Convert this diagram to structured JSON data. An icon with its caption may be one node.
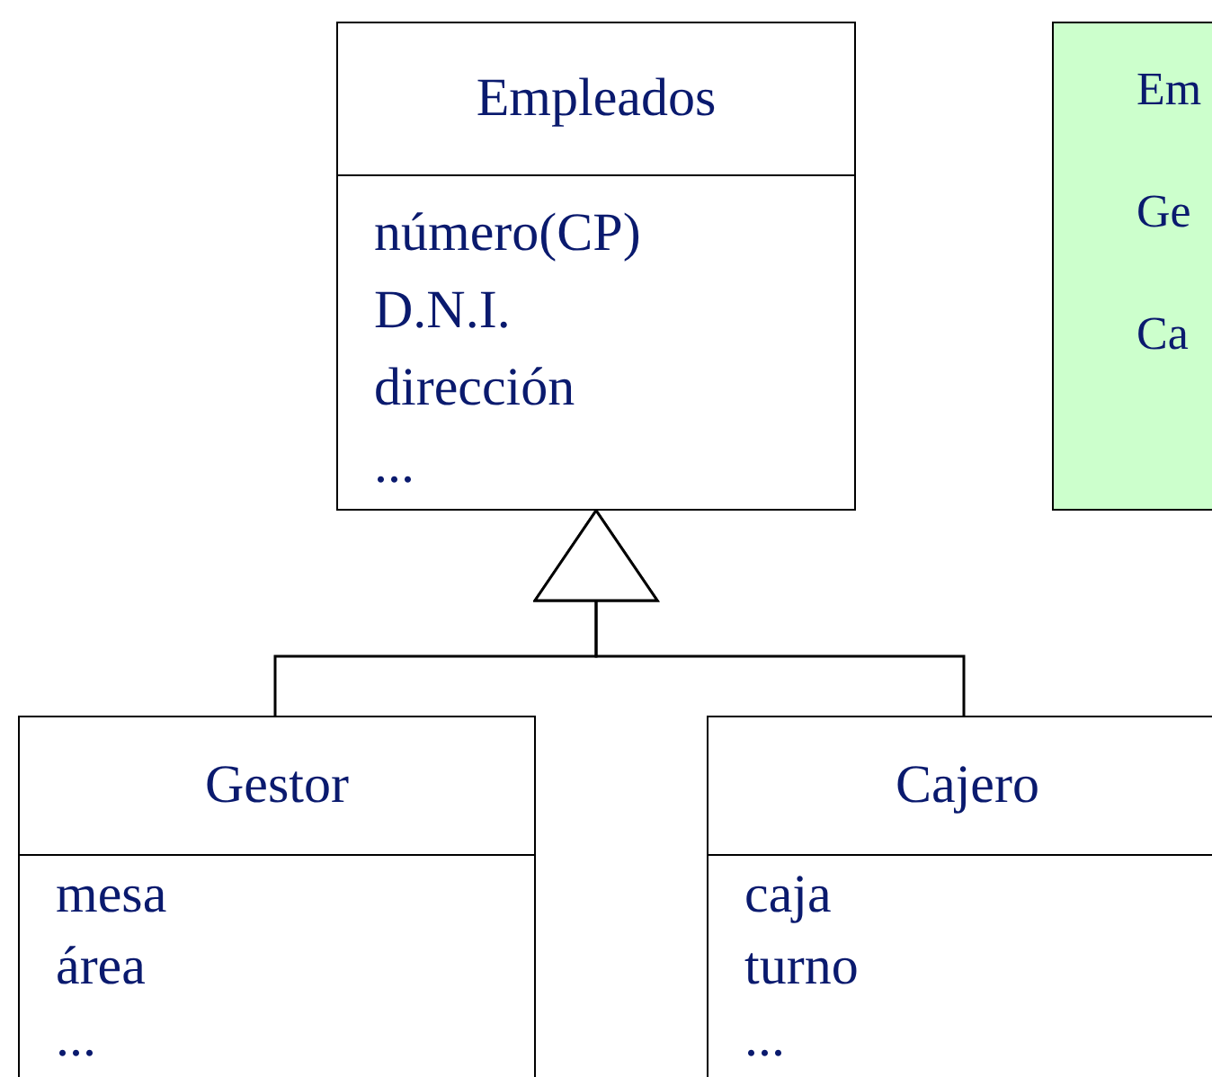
{
  "diagram": {
    "nodes": [
      {
        "text": [
          "Empleados",
          "número(CP)",
          "D.N.I.",
          "dirección",
          "..."
        ]
      },
      {
        "text": [
          "Gestor",
          "mesa",
          "área",
          "..."
        ]
      },
      {
        "text": [
          "Cajero",
          "caja",
          "turno",
          "..."
        ]
      },
      {
        "text": [
          "Em",
          "Ge",
          "Ca"
        ]
      }
    ],
    "edges": [
      {
        "from": 1,
        "to": 0,
        "arrow": "to"
      },
      {
        "from": 2,
        "to": 0,
        "arrow": "to"
      }
    ]
  }
}
